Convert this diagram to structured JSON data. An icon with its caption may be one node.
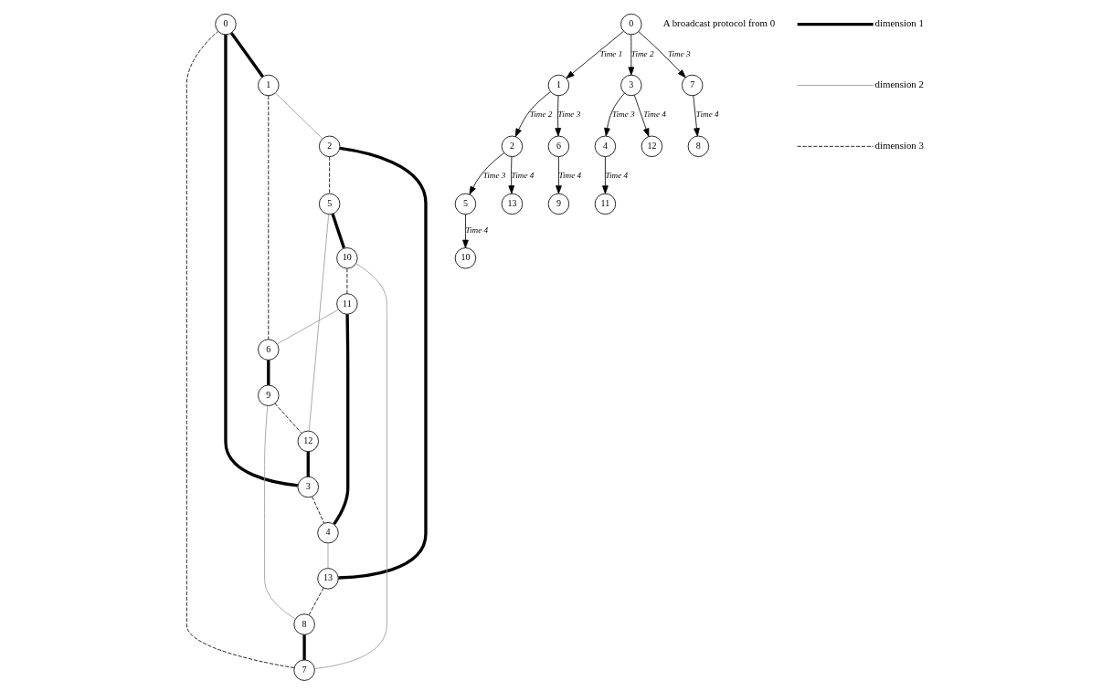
{
  "diagram": {
    "nodes": [
      {
        "text": [
          "0"
        ]
      },
      {
        "text": [
          "1"
        ]
      },
      {
        "text": [
          "2"
        ]
      },
      {
        "text": [
          "3"
        ]
      },
      {
        "text": [
          "4"
        ]
      },
      {
        "text": [
          "5"
        ]
      },
      {
        "text": [
          "6"
        ]
      },
      {
        "text": [
          "7"
        ]
      },
      {
        "text": [
          "8"
        ]
      },
      {
        "text": [
          "9"
        ]
      },
      {
        "text": [
          "10"
        ]
      },
      {
        "text": [
          "11"
        ]
      },
      {
        "text": [
          "12"
        ]
      },
      {
        "text": [
          "13"
        ]
      },
      {
        "text": [
          "0"
        ]
      },
      {
        "text": [
          "1"
        ]
      },
      {
        "text": [
          "2"
        ]
      },
      {
        "text": [
          "3"
        ]
      },
      {
        "text": [
          "4"
        ]
      },
      {
        "text": [
          "5"
        ]
      },
      {
        "text": [
          "6"
        ]
      },
      {
        "text": [
          "7"
        ]
      },
      {
        "text": [
          "8"
        ]
      },
      {
        "text": [
          "9"
        ]
      },
      {
        "text": [
          "10"
        ]
      },
      {
        "text": [
          "11"
        ]
      },
      {
        "text": [
          "12"
        ]
      },
      {
        "text": [
          "13"
        ]
      }
    ],
    "edges": [
      {
        "from": 0,
        "to": 1,
        "arrow": "none",
        "style": "thick"
      },
      {
        "from": 1,
        "to": 2,
        "arrow": "none",
        "color": "#999999"
      },
      {
        "from": 2,
        "to": 5,
        "arrow": "none",
        "style": "dashed"
      },
      {
        "from": 5,
        "to": 10,
        "arrow": "none",
        "style": "thick"
      },
      {
        "from": 10,
        "to": 11,
        "arrow": "none",
        "style": "dashed"
      },
      {
        "from": 11,
        "to": 6,
        "arrow": "none",
        "color": "#999999"
      },
      {
        "from": 6,
        "to": 9,
        "arrow": "none",
        "style": "thick"
      },
      {
        "from": 9,
        "to": 12,
        "arrow": "none",
        "style": "dashed"
      },
      {
        "from": 12,
        "to": 3,
        "arrow": "none",
        "style": "thick"
      },
      {
        "from": 3,
        "to": 4,
        "arrow": "none",
        "style": "dashed"
      },
      {
        "from": 4,
        "to": 13,
        "arrow": "none",
        "color": "#999999"
      },
      {
        "from": 13,
        "to": 8,
        "arrow": "none",
        "style": "dashed"
      },
      {
        "from": 8,
        "to": 7,
        "arrow": "none",
        "style": "thick"
      },
      {
        "from": 7,
        "to": 0,
        "arrow": "none",
        "style": "dashed"
      },
      {
        "from": 0,
        "to": 3,
        "arrow": "none",
        "style": "thick"
      },
      {
        "from": 1,
        "to": 6,
        "arrow": "none",
        "style": "dashed"
      },
      {
        "from": 2,
        "to": 13,
        "arrow": "none",
        "style": "thick"
      },
      {
        "from": 4,
        "to": 11,
        "arrow": "none",
        "style": "thick"
      },
      {
        "from": 7,
        "to": 10,
        "arrow": "none",
        "color": "#999999"
      },
      {
        "from": 8,
        "to": 9,
        "arrow": "none",
        "color": "#999999"
      },
      {
        "from": 12,
        "to": 5,
        "arrow": "none",
        "color": "#999999"
      },
      {
        "from": 14,
        "to": 21,
        "arrow": "to",
        "label": "Time 3"
      },
      {
        "from": 14,
        "to": 15,
        "arrow": "to",
        "label": "Time 1"
      },
      {
        "from": 21,
        "to": 22,
        "arrow": "to",
        "label": "Time 4"
      },
      {
        "from": 15,
        "to": 16,
        "arrow": "to",
        "label": "Time 2"
      },
      {
        "from": 14,
        "to": 17,
        "arrow": "to",
        "label": "Time 2"
      },
      {
        "from": 15,
        "to": 20,
        "arrow": "to",
        "label": "Time 3"
      },
      {
        "from": 16,
        "to": 19,
        "arrow": "to",
        "label": "Time 3"
      },
      {
        "from": 16,
        "to": 27,
        "arrow": "to",
        "label": "Time 4"
      },
      {
        "from": 19,
        "to": 24,
        "arrow": "to",
        "label": "Time 4"
      },
      {
        "from": 17,
        "to": 18,
        "arrow": "to",
        "label": "Time 3"
      },
      {
        "from": 18,
        "to": 25,
        "arrow": "to",
        "label": "Time 4"
      },
      {
        "from": 17,
        "to": 26,
        "arrow": "to",
        "label": "Time 4"
      },
      {
        "from": 20,
        "to": 23,
        "arrow": "to",
        "label": "Time 4"
      }
    ],
    "labels": [
      "A broadcast protocol from 0"
    ],
    "legend": [
      {
        "text": "dimension 1"
      },
      {
        "text": "dimension 2"
      },
      {
        "text": "dimension 3"
      }
    ]
  }
}
